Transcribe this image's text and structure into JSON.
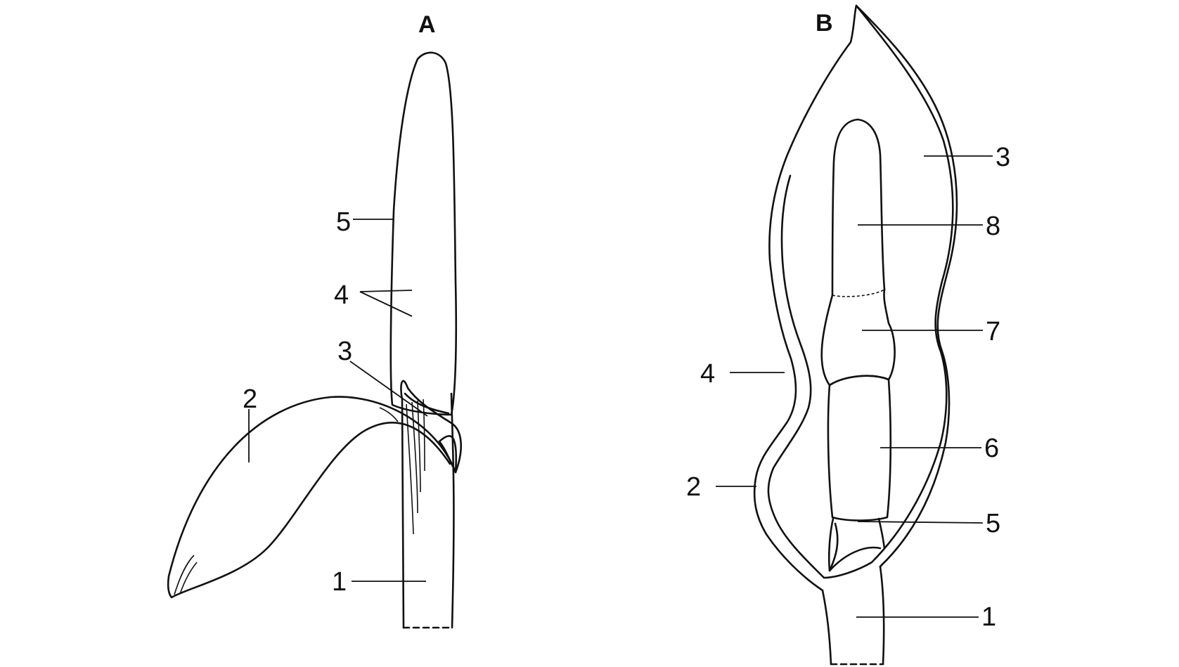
{
  "figure": {
    "panels": [
      {
        "title": "A",
        "labels": [
          "1",
          "2",
          "3",
          "4",
          "5"
        ]
      },
      {
        "title": "B",
        "labels": [
          "1",
          "2",
          "3",
          "4",
          "5",
          "6",
          "7",
          "8"
        ]
      }
    ]
  }
}
